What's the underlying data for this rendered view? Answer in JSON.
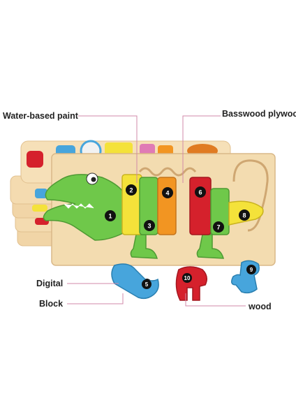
{
  "labels": {
    "water_paint": "Water-based paint",
    "basswood": "Basswood plywood",
    "digital": "Digital",
    "block": "Block",
    "wood": "wood"
  },
  "piece_numbers": [
    "1",
    "2",
    "3",
    "4",
    "5",
    "6",
    "7",
    "8",
    "9",
    "10"
  ],
  "colors": {
    "wood": "#f3dcb0",
    "wood_dark": "#d9b888",
    "green": "#6fc84a",
    "yellow": "#f4e23a",
    "orange": "#f29522",
    "red": "#d5212c",
    "blue": "#47a5dc",
    "leader_line": "#d08aa8"
  }
}
